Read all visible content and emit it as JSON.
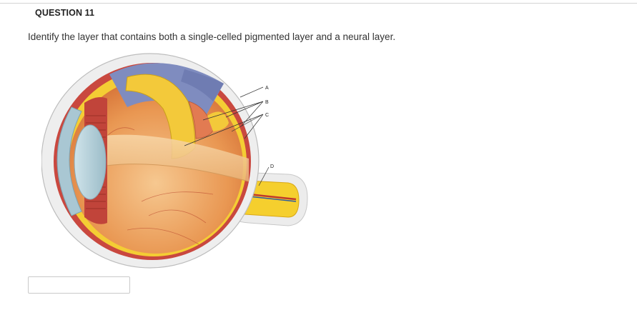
{
  "question": {
    "header": "QUESTION 11",
    "text": "Identify the layer that contains both a single-celled pigmented layer and a neural layer.",
    "answer_value": "",
    "answer_placeholder": ""
  },
  "figure": {
    "labels": [
      "A",
      "B",
      "C",
      "D"
    ]
  }
}
